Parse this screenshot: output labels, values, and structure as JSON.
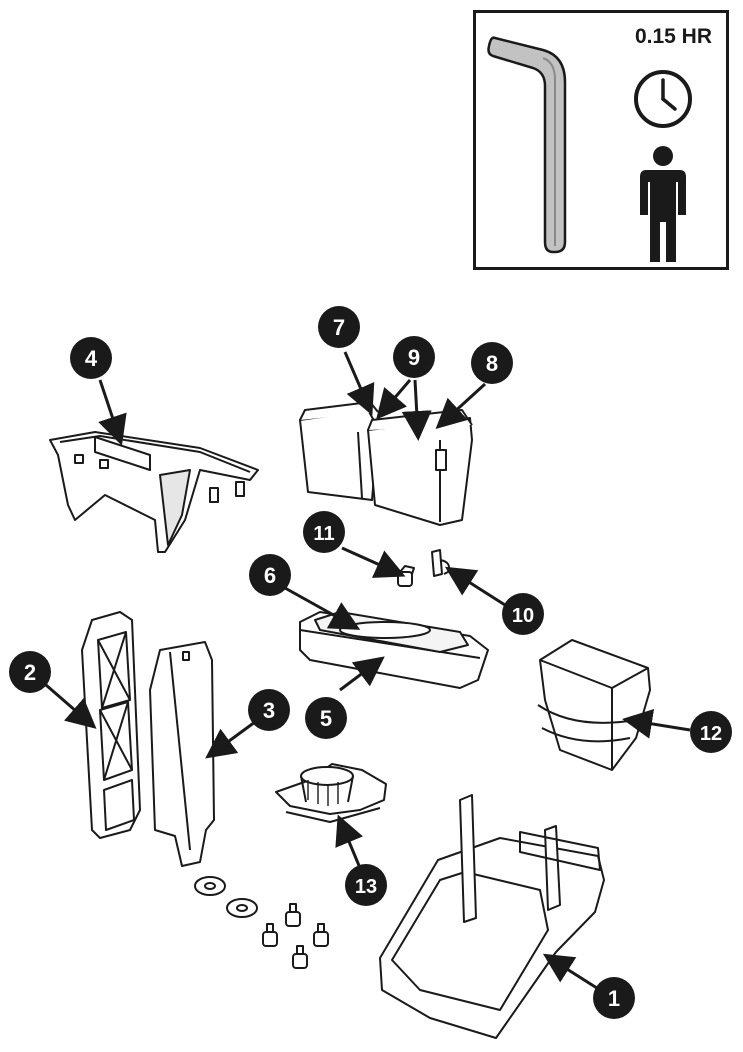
{
  "time_box": {
    "time_label": "0.15 HR",
    "icons": [
      "allen-key-icon",
      "clock-icon",
      "person-icon"
    ]
  },
  "callouts": [
    "1",
    "2",
    "3",
    "4",
    "5",
    "6",
    "7",
    "8",
    "9",
    "10",
    "11",
    "12",
    "13"
  ],
  "colors": {
    "callout_fill": "#1a1a1a",
    "callout_text": "#ffffff",
    "line_art": "#1a1a1a",
    "tool_fill": "#bdbdbd"
  }
}
